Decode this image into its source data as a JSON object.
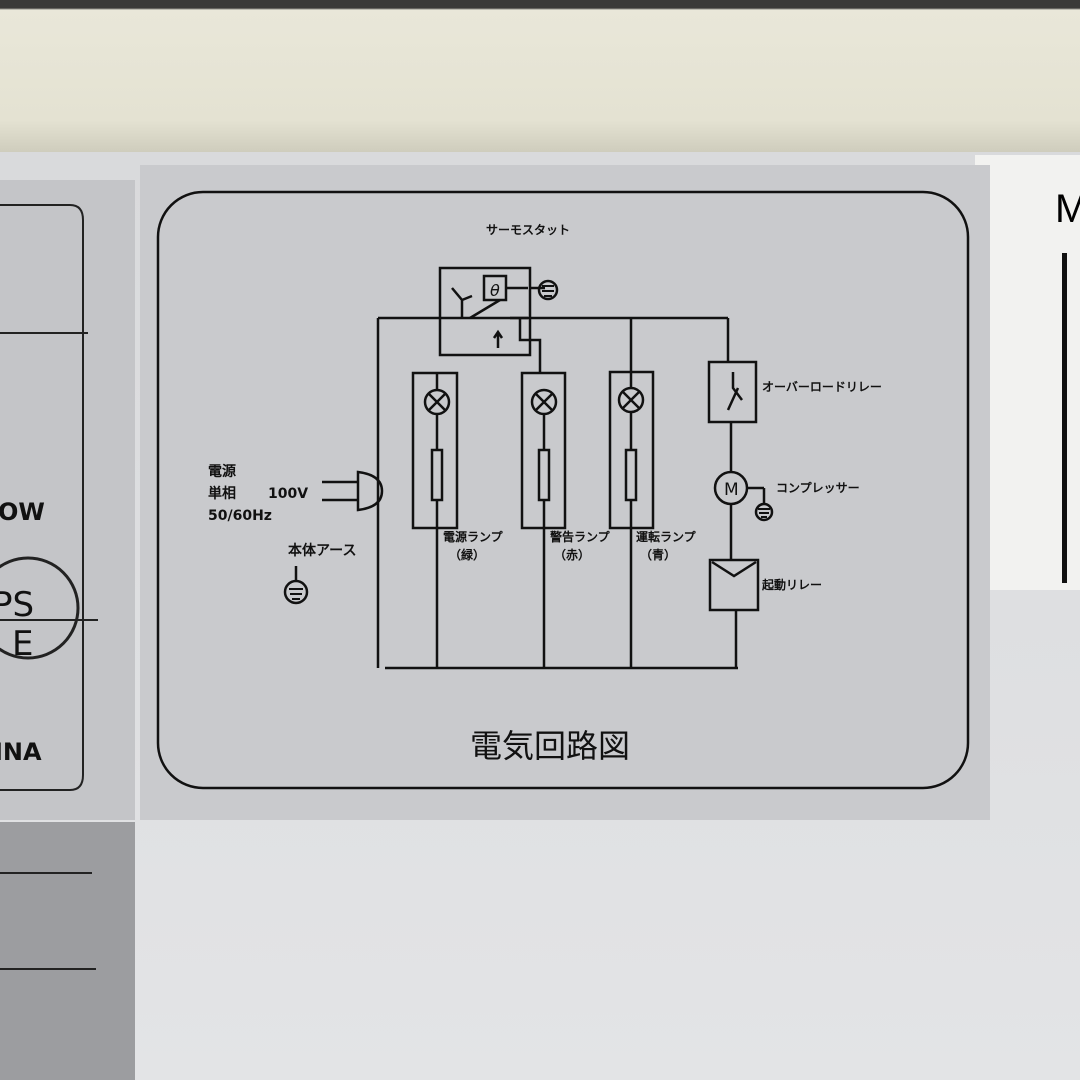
{
  "diagram": {
    "title": "電気回路図",
    "thermostat_label": "サーモスタット",
    "thermostat_symbol": "θ",
    "power_source": {
      "line1": "電源",
      "line2": "単相",
      "voltage": "100V",
      "frequency": "50/60Hz"
    },
    "body_earth": "本体アース",
    "lamps": [
      {
        "name": "電源ランプ",
        "color": "（緑）"
      },
      {
        "name": "警告ランプ",
        "color": "（赤）"
      },
      {
        "name": "運転ランプ",
        "color": "（青）"
      }
    ],
    "overload_relay": "オーバーロードリレー",
    "compressor": "コンプレッサー",
    "compressor_symbol": "M",
    "start_relay": "起動リレー"
  },
  "left_label": {
    "partial_text_1": "OW",
    "pse_mark_top": "PS",
    "pse_mark_bottom": "E",
    "partial_text_2": "INA"
  },
  "right_label": {
    "partial_text": "M"
  }
}
